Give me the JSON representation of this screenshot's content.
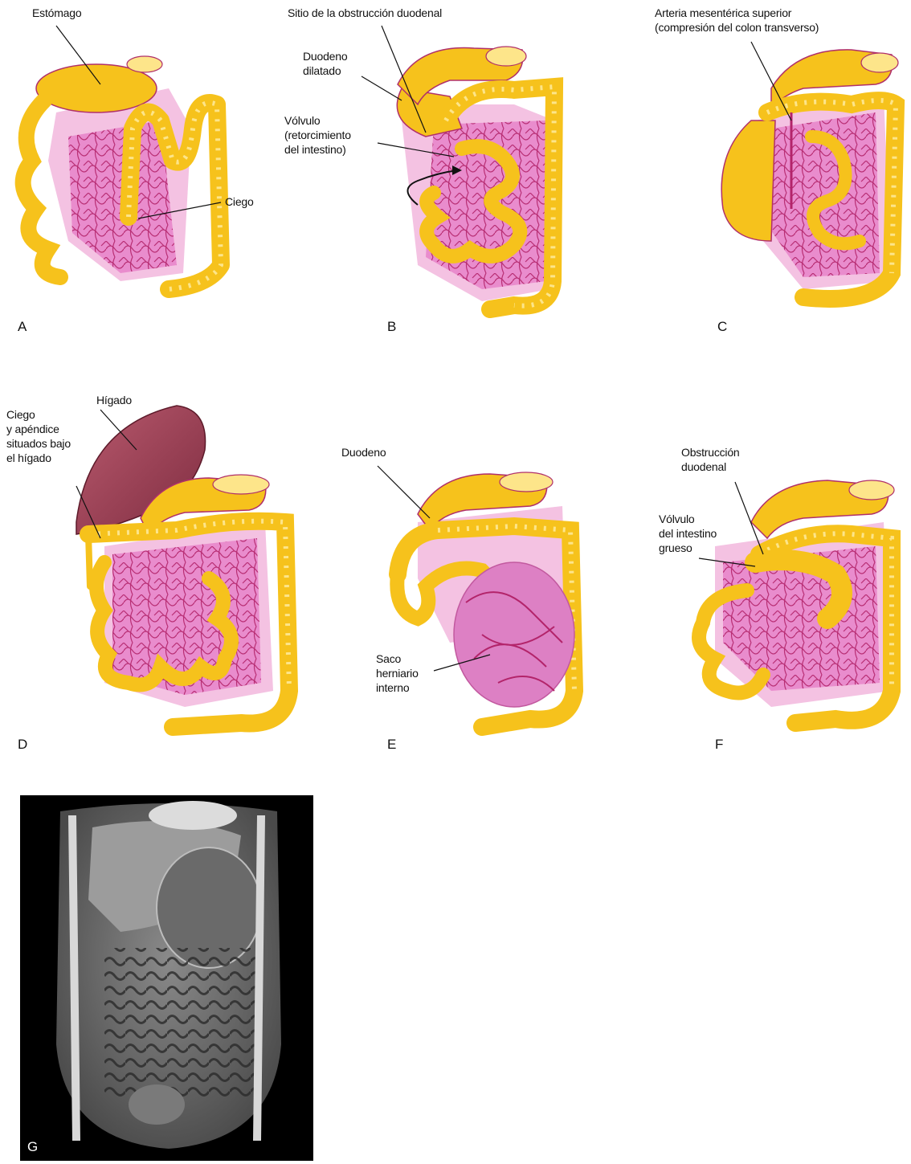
{
  "colors": {
    "bowel": "#f6c21c",
    "bowel_light": "#fde58a",
    "bowel_outline": "#b0306a",
    "mesentery": "#e98ccd",
    "mesentery_light": "#f4c2e2",
    "vessel": "#b3246a",
    "liver": "#9b3f54",
    "hernia": "#dd80c4",
    "ct_bg": "#000000"
  },
  "panels": {
    "A": {
      "letter": "A",
      "labels": {
        "stomach": "Estómago",
        "cecum": "Ciego"
      }
    },
    "B": {
      "letter": "B",
      "labels": {
        "obstruction_site": "Sitio de la obstrucción duodenal",
        "dilated_duodenum_1": "Duodeno",
        "dilated_duodenum_2": "dilatado",
        "volvulus_1": "Vólvulo",
        "volvulus_2": "(retorcimiento",
        "volvulus_3": "del intestino)"
      }
    },
    "C": {
      "letter": "C",
      "labels": {
        "sma_1": "Arteria mesentérica superior",
        "sma_2": "(compresión del colon transverso)"
      }
    },
    "D": {
      "letter": "D",
      "labels": {
        "liver": "Hígado",
        "cecum_1": "Ciego",
        "cecum_2": "y apéndice",
        "cecum_3": "situados bajo",
        "cecum_4": "el hígado"
      }
    },
    "E": {
      "letter": "E",
      "labels": {
        "duodenum": "Duodeno",
        "sac_1": "Saco",
        "sac_2": "herniario",
        "sac_3": "interno"
      }
    },
    "F": {
      "letter": "F",
      "labels": {
        "obstruction_1": "Obstrucción",
        "obstruction_2": "duodenal",
        "volvulus_1": "Vólvulo",
        "volvulus_2": "del intestino",
        "volvulus_3": "grueso"
      }
    },
    "G": {
      "letter": "G"
    }
  }
}
